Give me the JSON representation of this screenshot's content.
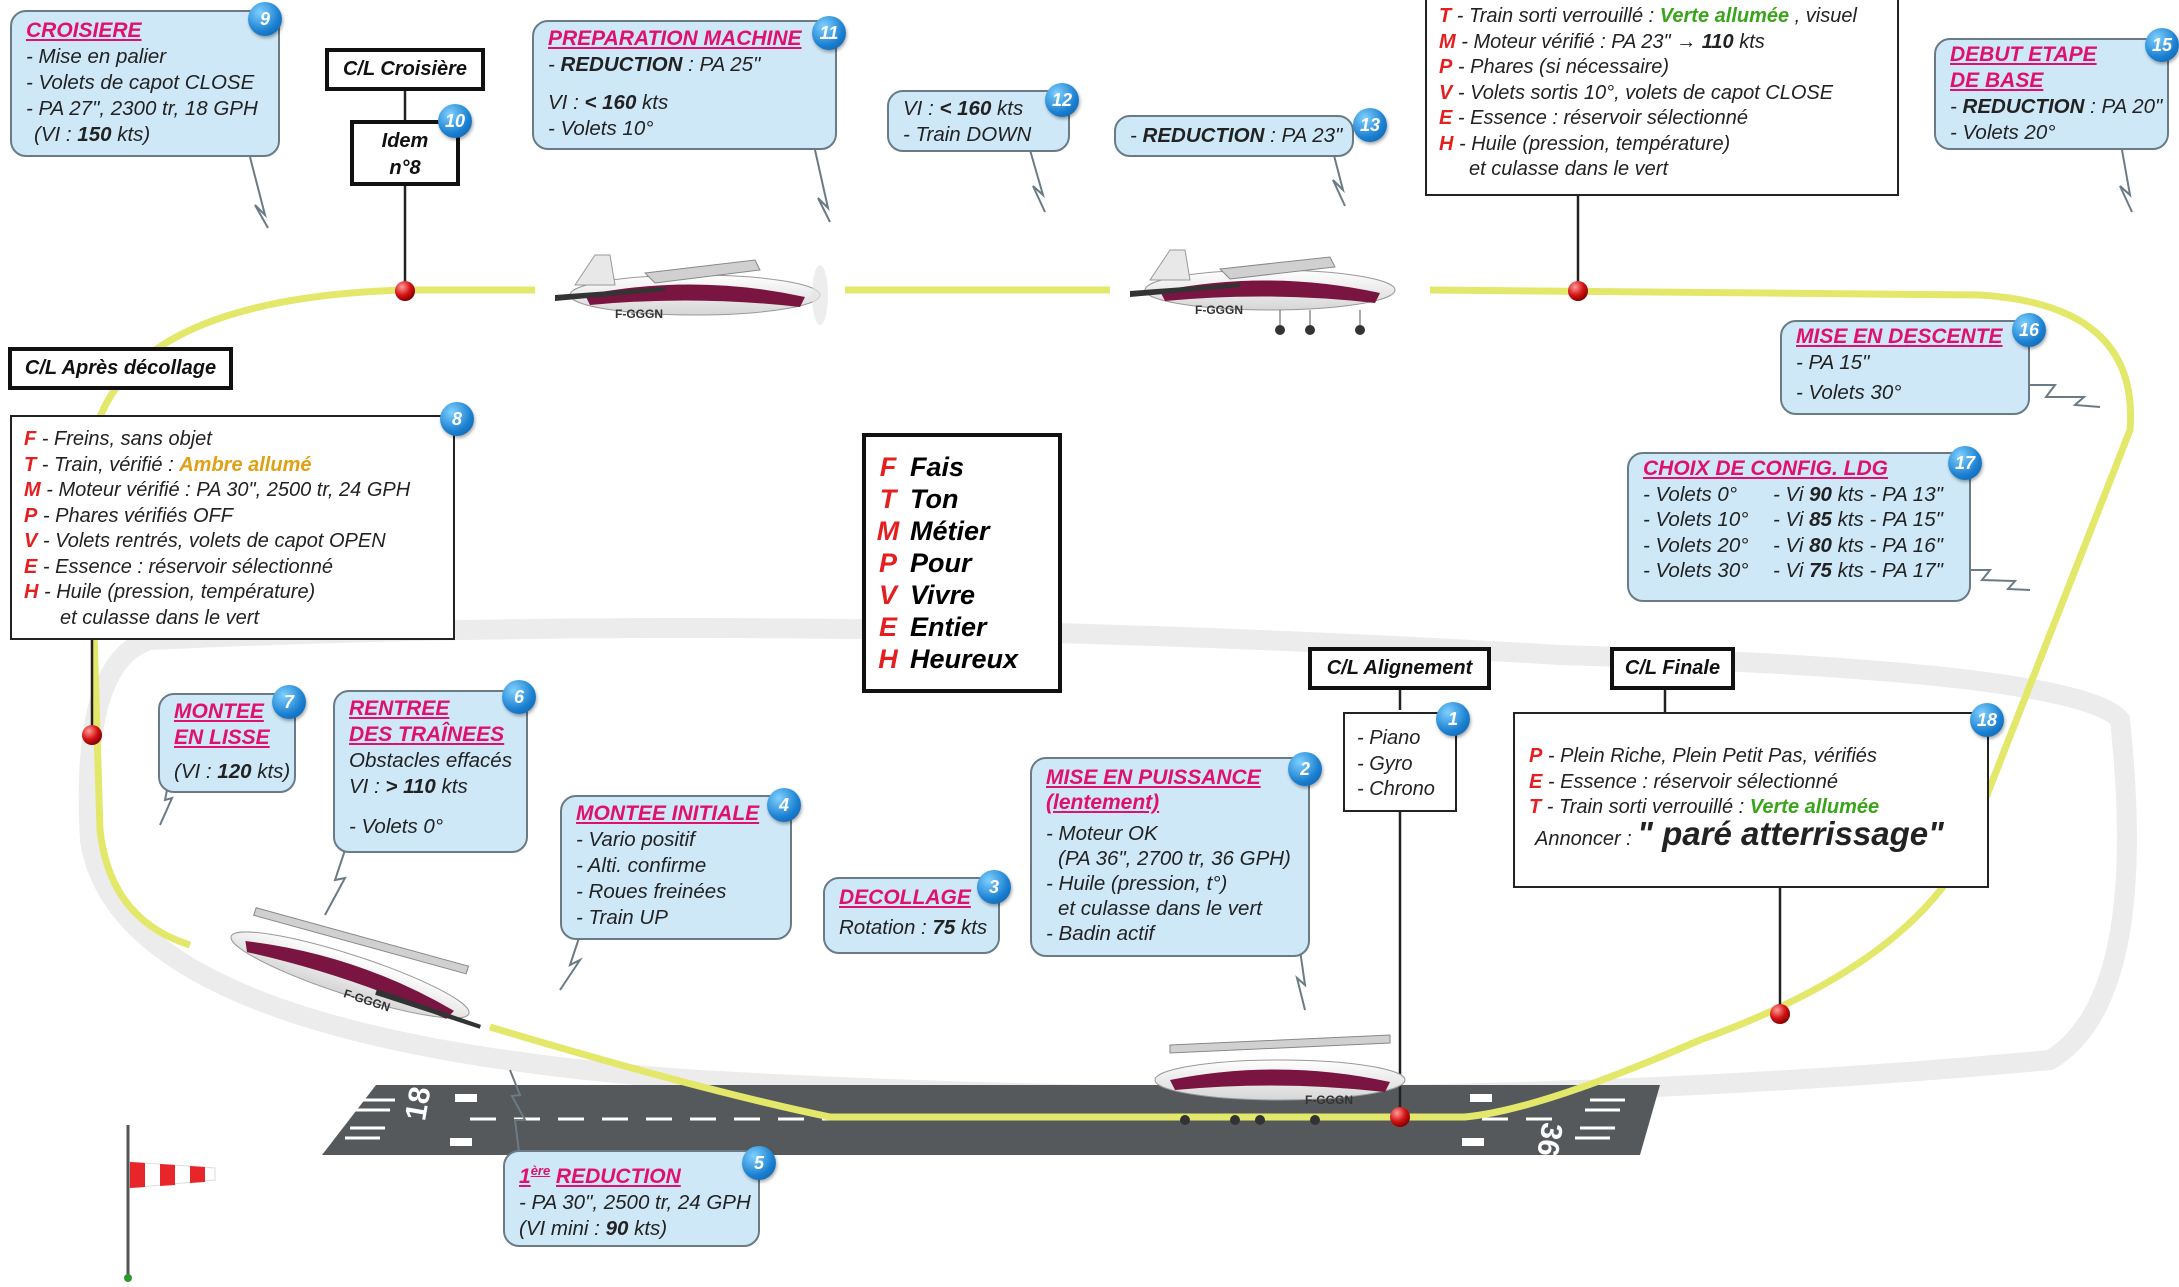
{
  "diagram": {
    "aircraft_registration": "F-GGGN",
    "runway": {
      "left_number": "18",
      "right_number": "36"
    },
    "callouts": [
      {
        "num": "1",
        "lines": [
          "- Piano",
          "- Gyro",
          "- Chrono"
        ]
      },
      {
        "num": "2",
        "title1": "MISE EN PUISSANCE",
        "title2": "(lentement)",
        "lines": [
          "- Moteur OK",
          "(PA 36\", 2700 tr, 36 GPH)",
          "- Huile (pression, t°)",
          "et culasse dans le vert",
          "- Badin actif"
        ]
      },
      {
        "num": "3",
        "title": "DECOLLAGE",
        "line_prefix": "Rotation : ",
        "line_bold": "75",
        "line_suffix": " kts"
      },
      {
        "num": "4",
        "title": "MONTEE INITIALE",
        "lines": [
          "- Vario positif",
          "- Alti. confirme",
          "- Roues freinées",
          "- Train UP"
        ]
      },
      {
        "num": "5",
        "title_sup": "ère",
        "title_pre": "1",
        "title": "REDUCTION",
        "line1": "- PA 30\", 2500 tr, 24 GPH",
        "line2_prefix": "(VI mini : ",
        "line2_bold": "90",
        "line2_suffix": " kts)"
      },
      {
        "num": "6",
        "title1": "RENTREE",
        "title2": "DES TRAÎNEES",
        "line1": "Obstacles effacés",
        "line2_prefix": "VI : ",
        "line2_bold": "> 110",
        "line2_suffix": " kts",
        "line3": "- Volets 0°"
      },
      {
        "num": "7",
        "title1": "MONTEE",
        "title2": "EN LISSE",
        "line_prefix": "(VI : ",
        "line_bold": "120",
        "line_suffix": " kts)"
      },
      {
        "num": "9",
        "title": "CROISIERE",
        "lines": [
          "- Mise en palier",
          "- Volets de capot CLOSE",
          "- PA 27\", 2300 tr, 18 GPH"
        ],
        "last_prefix": "(VI : ",
        "last_bold": "150",
        "last_suffix": " kts)"
      },
      {
        "num": "10",
        "line1": "Idem",
        "line2": "n°8"
      },
      {
        "num": "11",
        "title": "PREPARATION MACHINE",
        "line1_prefix": "- ",
        "line1_bold": "REDUCTION",
        "line1_suffix": " : PA 25\"",
        "line2_prefix": "VI : ",
        "line2_bold": "< 160",
        "line2_suffix": " kts",
        "line3": "- Volets 10°"
      },
      {
        "num": "12",
        "line1_prefix": "VI : ",
        "line1_bold": "< 160",
        "line1_suffix": " kts",
        "line2": "- Train DOWN"
      },
      {
        "num": "13",
        "line_prefix": "- ",
        "line_bold": "REDUCTION",
        "line_suffix": " : PA 23\""
      },
      {
        "num": "15",
        "title1": "DEBUT ETAPE",
        "title2": "DE BASE",
        "line1_prefix": "- ",
        "line1_bold": "REDUCTION",
        "line1_suffix": " : PA 20\"",
        "line2": "- Volets 20°"
      },
      {
        "num": "16",
        "title": "MISE EN DESCENTE",
        "lines": [
          "- PA 15\"",
          "- Volets 30°"
        ]
      },
      {
        "num": "17",
        "title": "CHOIX DE CONFIG. LDG",
        "rows": [
          {
            "volets": "- Volets 0°",
            "vi": "90",
            "pa": "PA 13\""
          },
          {
            "volets": "- Volets 10°",
            "vi": "85",
            "pa": "PA 15\""
          },
          {
            "volets": "- Volets 20°",
            "vi": "80",
            "pa": "PA 16\""
          },
          {
            "volets": "- Volets 30°",
            "vi": "75",
            "pa": "PA 17\""
          }
        ],
        "vi_prefix": "- Vi ",
        "unit": " kts",
        "dash": "- "
      },
      {
        "num": "18"
      }
    ],
    "checklist_labels": {
      "croisiere": "C/L Croisière",
      "apres_decollage": "C/L Après décollage",
      "alignement": "C/L Alignement",
      "finale": "C/L Finale"
    },
    "box8": {
      "num": "8",
      "F": [
        "F",
        " -  Freins, sans objet"
      ],
      "T": [
        "T",
        " -  Train, vérifié : ",
        "Ambre allumé"
      ],
      "M": [
        "M",
        " -  Moteur vérifié : PA 30\", 2500 tr, 24 GPH"
      ],
      "P": [
        "P",
        " - Phares vérifiés OFF"
      ],
      "V": [
        "V",
        " - Volets rentrés, volets de capot OPEN"
      ],
      "E": [
        "E",
        " - Essence : réservoir sélectionné"
      ],
      "H": [
        "H",
        " - Huile (pression, température)"
      ],
      "H2": "et culasse dans le vert"
    },
    "box14": {
      "T": [
        "T",
        " -  Train sorti verrouillé : ",
        "Verte allumée",
        " , visuel"
      ],
      "M": [
        "M",
        " -  Moteur vérifié : PA 23\"",
        "→",
        "110",
        " kts"
      ],
      "P": [
        "P",
        " - Phares (si nécessaire)"
      ],
      "V": [
        "V",
        " - Volets sortis 10°, volets de capot CLOSE"
      ],
      "E": [
        "E",
        " - Essence : réservoir sélectionné"
      ],
      "H": [
        "H",
        " - Huile (pression, température)"
      ],
      "H2": "et culasse dans le vert"
    },
    "box18": {
      "P": [
        "P",
        " -  Plein Riche, Plein Petit Pas, vérifiés"
      ],
      "E": [
        "E",
        " -  Essence : réservoir sélectionné"
      ],
      "T": [
        "T",
        " - Train sorti verrouillé : ",
        "Verte allumée"
      ],
      "annonce_prefix": "Annoncer : ",
      "annonce": "\" paré atterrissage\""
    },
    "mnemonic": [
      {
        "letter": "F",
        "word": "Fais"
      },
      {
        "letter": "T",
        "word": "Ton"
      },
      {
        "letter": "M",
        "word": "Métier"
      },
      {
        "letter": "P",
        "word": "Pour"
      },
      {
        "letter": "V",
        "word": "Vivre"
      },
      {
        "letter": "E",
        "word": "Entier"
      },
      {
        "letter": "H",
        "word": "Heureux"
      }
    ],
    "colors": {
      "circuit": "#e3e86a",
      "bubble": "#cfe8f7",
      "title_pink": "#e0106e",
      "letter_red": "#e51f1f",
      "green": "#3aa51a",
      "amber": "#e0a016",
      "badge_blue": "#1a7fd0",
      "runway": "#55595c"
    }
  }
}
